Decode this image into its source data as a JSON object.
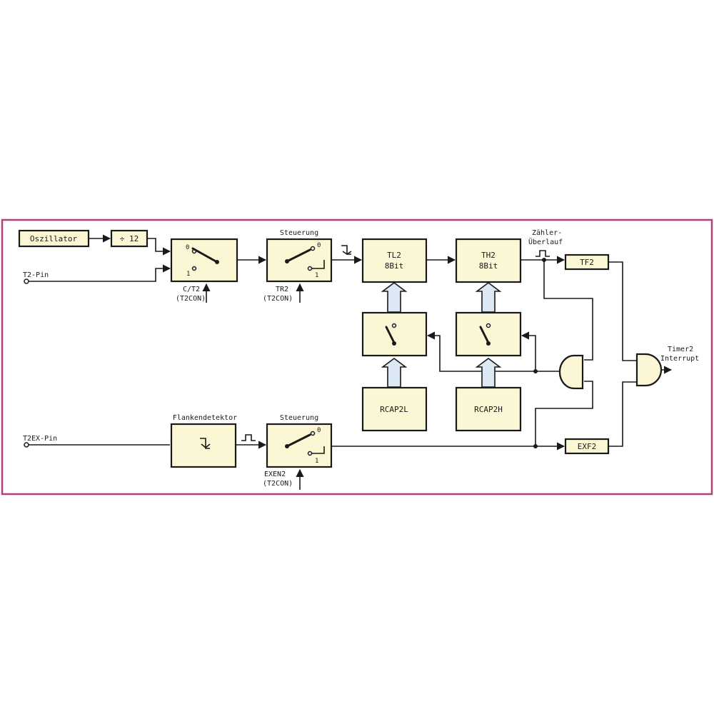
{
  "blocks": {
    "oscillator": "Oszillator",
    "divider": "÷ 12",
    "tl2_line1": "TL2",
    "tl2_line2": "8Bit",
    "th2_line1": "TH2",
    "th2_line2": "8Bit",
    "tf2": "TF2",
    "exf2": "EXF2",
    "rcap2l": "RCAP2L",
    "rcap2h": "RCAP2H"
  },
  "labels": {
    "t2_pin": "T2-Pin",
    "t2ex_pin": "T2EX-Pin",
    "steuerung_top": "Steuerung",
    "steuerung_bottom": "Steuerung",
    "flankendetektor": "Flankendetektor",
    "ct2": "C/T2",
    "ct2_reg": "(T2CON)",
    "tr2": "TR2",
    "tr2_reg": "(T2CON)",
    "exen2": "EXEN2",
    "exen2_reg": "(T2CON)",
    "zaehler": "Zähler-",
    "ueberlauf": "Überlauf",
    "timer2": "Timer2",
    "interrupt": "Interrupt",
    "sw1_pos0": "0",
    "sw1_pos1": "1",
    "sw2_pos0": "0",
    "sw2_pos1": "1",
    "sw3_pos0": "0",
    "sw3_pos1": "1"
  },
  "colors": {
    "block_fill": "#fbf6d3",
    "bus_fill": "#dce9f4",
    "frame": "#b0407a"
  }
}
